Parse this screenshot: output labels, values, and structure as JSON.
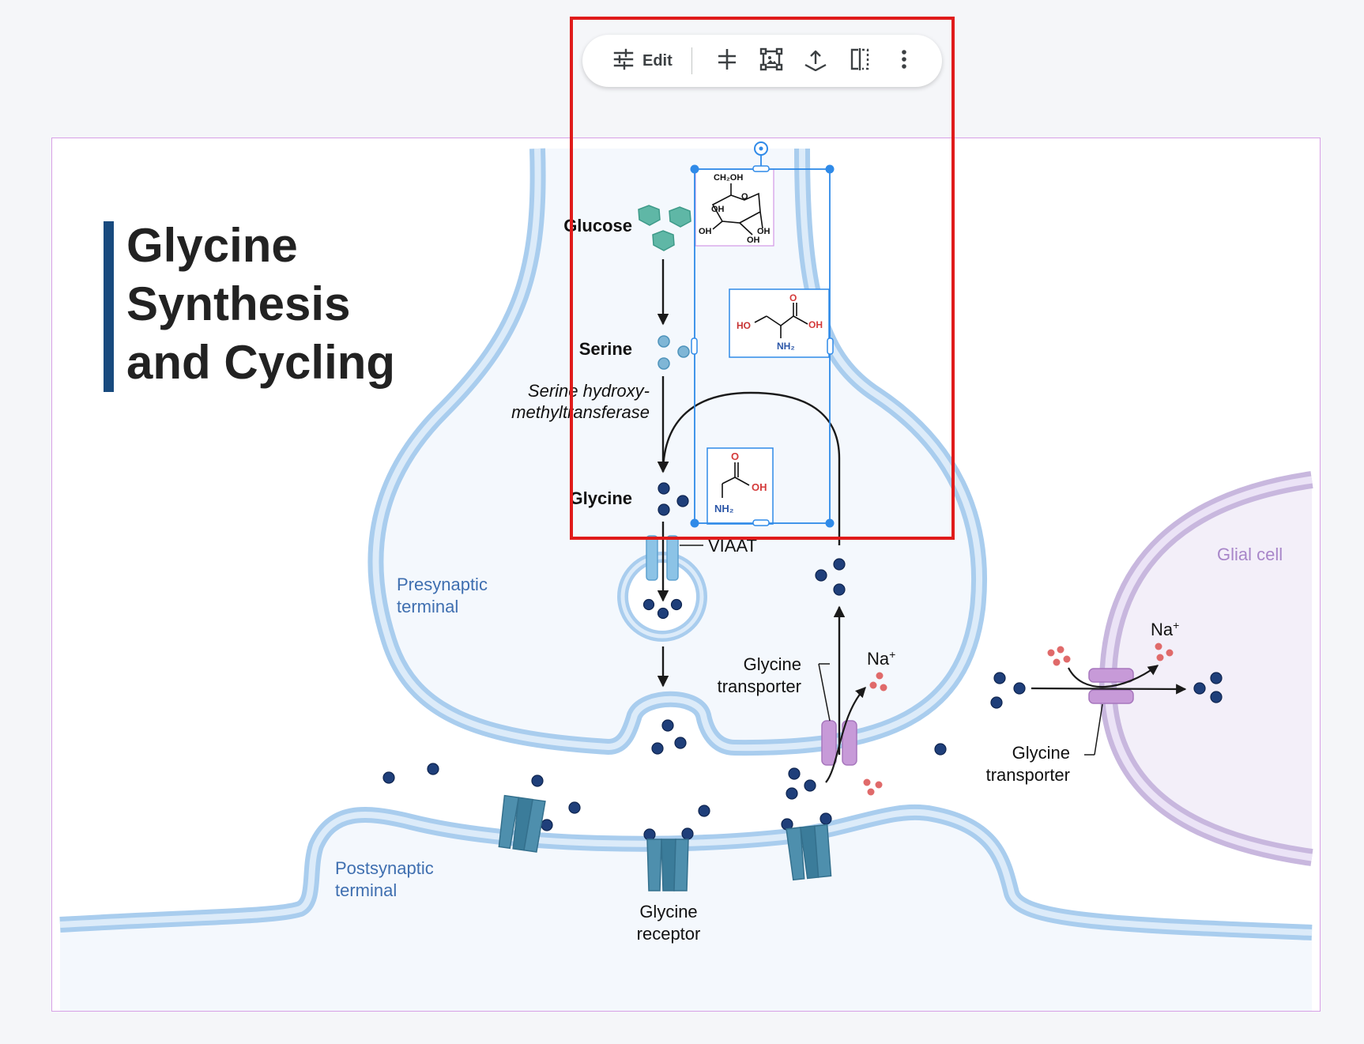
{
  "toolbar": {
    "edit_label": "Edit",
    "icons": [
      "tune-icon",
      "align-icon",
      "crop-image-icon",
      "upload-icon",
      "flip-icon",
      "more-vert-icon"
    ]
  },
  "slide": {
    "title_line1": "Glycine",
    "title_line2": "Synthesis",
    "title_line3": "and Cycling",
    "accent_color": "#184a7e"
  },
  "labels": {
    "glucose": "Glucose",
    "serine": "Serine",
    "glycine": "Glycine",
    "enzyme_line1": "Serine hydroxy-",
    "enzyme_line2": "methyltransferase",
    "viaat": "VIAAT",
    "presynaptic_line1": "Presynaptic",
    "presynaptic_line2": "terminal",
    "postsynaptic_line1": "Postsynaptic",
    "postsynaptic_line2": "terminal",
    "glial_cell": "Glial cell",
    "transporter_line1": "Glycine",
    "transporter_line2": "transporter",
    "glial_transporter_line1": "Glycine",
    "glial_transporter_line2": "transporter",
    "receptor_line1": "Glycine",
    "receptor_line2": "receptor",
    "na_ion": "Na",
    "na_ion_glial": "Na",
    "plus": "+",
    "plus_glial": "+"
  },
  "structures": {
    "glucose_ch2oh": "CH₂OH",
    "glucose_o": "O",
    "glucose_oh1": "OH",
    "glucose_oh2": "OH",
    "glucose_oh3": "OH",
    "glucose_oh4": "OH",
    "glucose_oh5": "OH",
    "serine_ho": "HO",
    "serine_o": "O",
    "serine_oh": "OH",
    "serine_nh2": "NH₂",
    "glycine_o": "O",
    "glycine_oh": "OH",
    "glycine_nh2": "NH₂"
  },
  "colors": {
    "membrane_outer": "#a9cdee",
    "membrane_inner": "#dcebf9",
    "cell_fill": "#f4f8fd",
    "glial_membrane": "#c8b7de",
    "glial_fill": "#f3eff9",
    "molecule": "#1f3f7a",
    "serine_molecule": "#7fb6d6",
    "glucose": "#5fb7a6",
    "sodium": "#e06a6a",
    "transporter": "#c79ad8",
    "receptor": "#4e8fad",
    "selection": "#2f8ae8",
    "highlight": "#e01b1b"
  }
}
